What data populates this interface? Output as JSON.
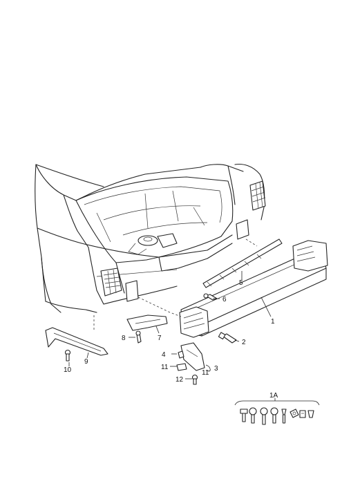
{
  "labels": {
    "p1": "1",
    "p1a": "1A",
    "p2": "2",
    "p3": "3",
    "p4": "4",
    "p5": "5",
    "p6": "6",
    "p7": "7",
    "p8": "8",
    "p9": "9",
    "p10": "10",
    "p11a": "11",
    "p11b": "11",
    "p12": "12"
  }
}
